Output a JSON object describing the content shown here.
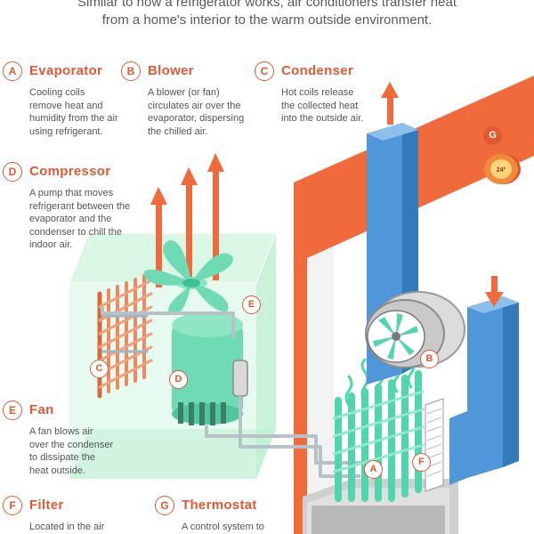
{
  "intro": {
    "line1": "Similar to how a refrigerator works, air conditioners transfer heat",
    "line2": "from a home's interior to the warm outside environment."
  },
  "components": [
    {
      "letter": "A",
      "title": "Evaporator",
      "desc": [
        "Cooling coils",
        "remove heat and",
        "humidity from the air",
        "using refrigerant."
      ]
    },
    {
      "letter": "B",
      "title": "Blower",
      "desc": [
        "A blower (or  fan)",
        "circulates air over the",
        "evaporator, dispersing",
        "the chilled air."
      ]
    },
    {
      "letter": "C",
      "title": "Condenser",
      "desc": [
        "Hot coils release",
        "the collected heat",
        "into the outside air."
      ]
    },
    {
      "letter": "D",
      "title": "Compressor",
      "desc": [
        "A pump that moves",
        "refrigerant between the",
        "evaporator and the",
        "condenser to chill the",
        "indoor air."
      ]
    },
    {
      "letter": "E",
      "title": "Fan",
      "desc": [
        "A fan blows air",
        "over the condenser",
        "to dissipate the",
        "heat outside."
      ]
    },
    {
      "letter": "F",
      "title": "Filter",
      "desc": [
        "Located in the air"
      ]
    },
    {
      "letter": "G",
      "title": "Thermostat",
      "desc": [
        "A control system to"
      ]
    }
  ],
  "diagram": {
    "thermostat_reading": "24°",
    "callouts": {
      "a": "A",
      "b": "B",
      "c": "C",
      "d": "D",
      "e": "E",
      "f": "F",
      "g": "G"
    }
  },
  "colors": {
    "accent": "#e05a33",
    "wall": "#f06a3c",
    "duct": "#4f97d8",
    "mint": "#4fd6ac",
    "pale_green": "#d6f5e2",
    "gray": "#9a9a9a"
  }
}
